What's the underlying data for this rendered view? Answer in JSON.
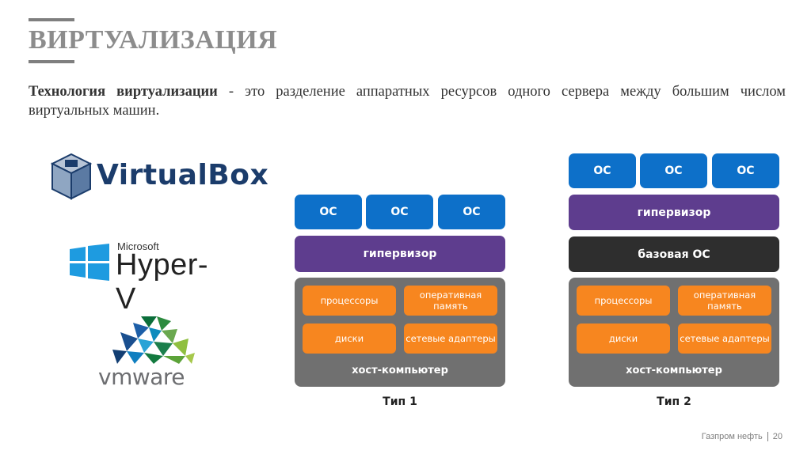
{
  "slide": {
    "title": "ВИРТУАЛИЗАЦИЯ",
    "intro_bold": "Технология виртуализации",
    "intro_rest": " - это разделение аппаратных ресурсов одного сервера между большим числом виртуальных машин."
  },
  "logos": {
    "virtualbox": "VirtualBox",
    "hyperv_brand": "Microsoft",
    "hyperv_name": "Hyper-V",
    "vmware": "vmware"
  },
  "type1": {
    "os": [
      "ОС",
      "ОС",
      "ОС"
    ],
    "hypervisor": "гипервизор",
    "hw": [
      "процессоры",
      "оперативная память",
      "диски",
      "сетевые адаптеры"
    ],
    "host": "хост-компьютер",
    "label": "Тип 1"
  },
  "type2": {
    "os": [
      "ОС",
      "ОС",
      "ОС"
    ],
    "hypervisor": "гипервизор",
    "base_os": "базовая ОС",
    "hw": [
      "процессоры",
      "оперативная память",
      "диски",
      "сетевые адаптеры"
    ],
    "host": "хост-компьютер",
    "label": "Тип 2"
  },
  "footer": {
    "company": "Газпром нефть",
    "page": "20"
  },
  "colors": {
    "os": "#0d70c9",
    "hypervisor": "#5e3d8e",
    "base_os": "#2e2e2e",
    "host": "#707070",
    "hardware": "#f7861f"
  }
}
